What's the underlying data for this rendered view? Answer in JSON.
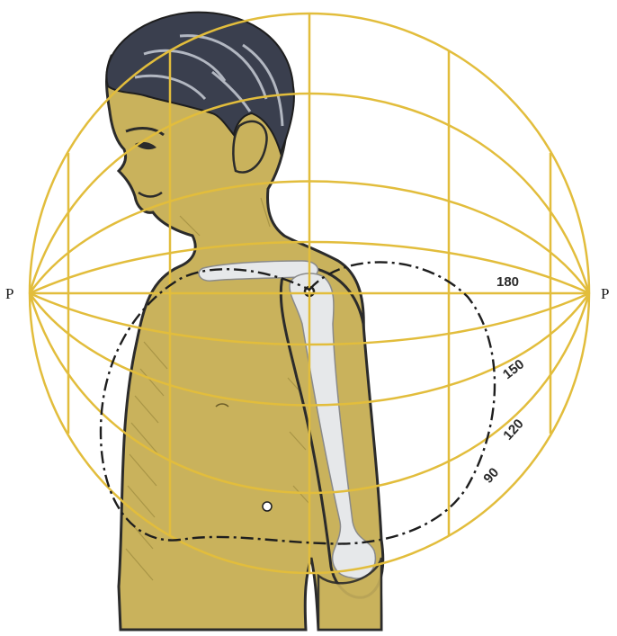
{
  "diagram": {
    "pole_left_label": "P",
    "pole_right_label": "P",
    "angle_labels": [
      "180",
      "150",
      "120",
      "90"
    ],
    "colors": {
      "background": "#ffffff",
      "sphere_grid": "#e2bd3c",
      "skin": "#c9b25c",
      "skin_shadow": "#9c8a3e",
      "outline": "#2b2b2b",
      "hair": "#3a3f4e",
      "bone": "#e6e8ea",
      "motion_path": "#1e1e1e"
    }
  }
}
